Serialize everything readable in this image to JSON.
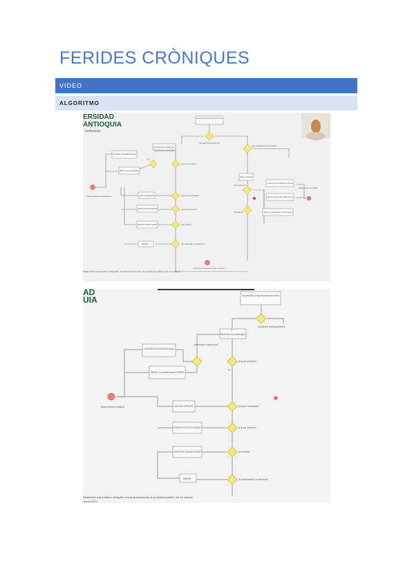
{
  "page": {
    "title": "FERIDES CRÒNIQUES"
  },
  "sections": {
    "video_label": "VIDEO",
    "algorithm_label": "ALGORITMO"
  },
  "shot1": {
    "logo_line1": "ERSIDAD",
    "logo_line2": "ANTIOQUIA",
    "logo_sub": "Enfermería",
    "guide_box": "Guía práctica para el diagnóstico diferencial de heridas",
    "q_dependency": "¿El paciente tiene dependencia?",
    "q_chronicity": "¿Es una herida de la cronicidad?",
    "define_etiology": "Defina la etiología",
    "q_related": "¿Está relacionada a un dispositivo médico?",
    "box_lpp": "LESIONES POR PRESIÓN Salud",
    "box_npiap": "NNC Consensus 2019",
    "q_pressure": "¿Es por presión?",
    "q_humidity": "¿Es por humedad?",
    "q_friction": "¿Es por fricción?",
    "q_mixed": "¿Es mixta?",
    "q_adhesive": "¿Es relacionada a los adhesivos?",
    "box_lescah": "LESCAH GNEAUPP",
    "box_friction": "LESIONES POR FRICCIÓN GNEAUPP",
    "box_mixed": "LESIONES MULTICAUSALES GNEAUPP",
    "box_marsi": "MARSI",
    "measures": "Medidas para tratamiento y cerrar diagnóstico",
    "box_etiology": "Defina etiología",
    "q_vascular": "¿Tiene enfermedad vascular?",
    "q_diabetes": "¿Tiene diabetes?",
    "box_venous": "Criterios para insuficiencia Venosa",
    "box_arterial": "Criterios para enfermedad arterial",
    "box_pie": "Úlcera de pie diabético (clasificación)",
    "box_refer": "Medidas para tratamiento y cerrar diagnóstico",
    "footer_note": "Material educativo dirigido exclusivamente a profesionales de la salud",
    "bottom_note": "Material exclusivamente dirigido a profesionales de la salud, con fines educativos"
  },
  "shot2": {
    "logo_line1": "AD",
    "logo_line2": "UIA",
    "guide_box": "Guía práctica para el diagnóstico diferencial de heridas",
    "q_dependency": "¿El paciente tiene dependencia?",
    "define_etiology": "Defina la etiología",
    "q_related": "¿Está relacionada a un dispositivo médico?",
    "box_lpp": "LESIONES POR PRESIÓN Salud",
    "box_npiap": "NNC Consensus 2019",
    "q_pressure": "¿Es por presión?",
    "q_humidity": "¿Es por humedad?",
    "q_friction": "¿Es por fricción?",
    "q_mixed": "¿Es mixta?",
    "q_adhesive": "¿Es relacionada a los adhesivos?",
    "box_lescah": "LESCAH GNEAUPP",
    "box_friction": "LESIONES POR FRICCIÓN GNEAUPP",
    "box_mixed": "LESIONES MULTICAUSALES GNEAUPP",
    "box_marsi": "MARSI",
    "measures": "Medidas para tratamiento y cerrar diagnóstico",
    "yes": "Si",
    "no": "No",
    "footer_note": "Material educativo dirigido exclusivamente a profesionales de la salud.",
    "footer_date": "marzo 2021"
  },
  "colors": {
    "title": "#4a76c4",
    "bar_dark": "#4472c4",
    "bar_light": "#d9e2f3",
    "diamond": "#f5e97a",
    "end_circle": "#f08080"
  }
}
